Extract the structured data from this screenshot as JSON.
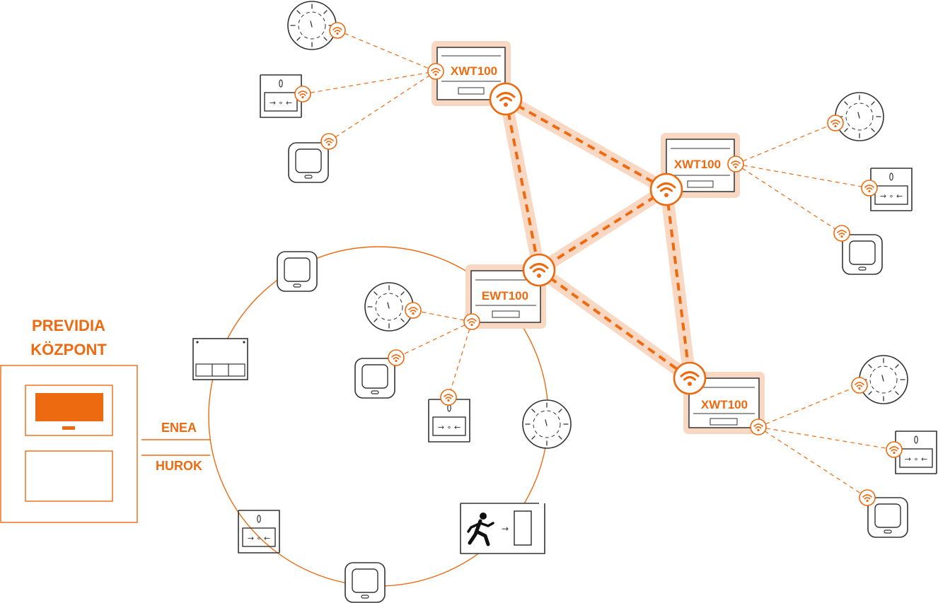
{
  "panel": {
    "title_line1": "PREVIDIA",
    "title_line2": "KÖZPONT"
  },
  "loop": {
    "label_top": "ENEA",
    "label_bottom": "HUROK"
  },
  "nodes": {
    "xwt_top": "XWT100",
    "xwt_right": "XWT100",
    "xwt_bottom": "XWT100",
    "ewt": "EWT100"
  },
  "colors": {
    "accent": "#ee6a10",
    "halo": "#f9d8c3",
    "stroke": "#333333"
  },
  "icons": [
    "smoke-detector-icon",
    "manual-call-point-icon",
    "siren-icon",
    "wireless-icon",
    "exit-sign-icon",
    "running-man-icon",
    "module-icon"
  ]
}
